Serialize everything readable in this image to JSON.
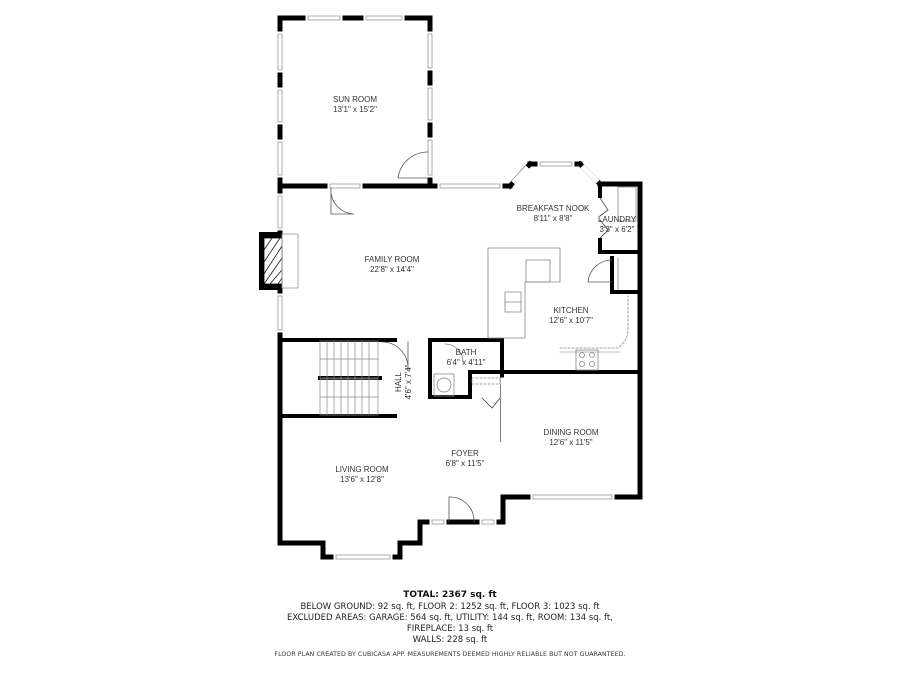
{
  "floor_plan": {
    "rooms": [
      {
        "id": "sun-room",
        "name": "SUN ROOM",
        "dimensions": "13'1\" x 15'2\""
      },
      {
        "id": "breakfast-nook",
        "name": "BREAKFAST NOOK",
        "dimensions": "8'11\" x 8'8\""
      },
      {
        "id": "laundry",
        "name": "LAUNDRY",
        "dimensions": "3'3\" x 6'2\""
      },
      {
        "id": "family-room",
        "name": "FAMILY ROOM",
        "dimensions": "22'8\" x 14'4\""
      },
      {
        "id": "kitchen",
        "name": "KITCHEN",
        "dimensions": "12'6\" x 10'7\""
      },
      {
        "id": "bath",
        "name": "BATH",
        "dimensions": "6'4\" x 4'11\""
      },
      {
        "id": "hall",
        "name": "HALL",
        "dimensions": "4'6\" x 7'4\""
      },
      {
        "id": "dining-room",
        "name": "DINING ROOM",
        "dimensions": "12'6\" x 11'5\""
      },
      {
        "id": "foyer",
        "name": "FOYER",
        "dimensions": "6'8\" x 11'5\""
      },
      {
        "id": "living-room",
        "name": "LIVING ROOM",
        "dimensions": "13'6\" x 12'8\""
      }
    ],
    "colors": {
      "wall": "#000000",
      "window": "#9a9a9a",
      "fixture": "#777777",
      "background": "#ffffff"
    }
  },
  "summary": {
    "total": "TOTAL: 2367 sq. ft",
    "line1": "BELOW GROUND: 92 sq. ft, FLOOR 2: 1252 sq. ft, FLOOR 3: 1023 sq. ft",
    "line2": "EXCLUDED AREAS: GARAGE: 564 sq. ft, UTILITY: 144 sq. ft, ROOM: 134 sq. ft,",
    "line3": "FIREPLACE: 13 sq. ft",
    "line4": "WALLS: 228 sq. ft",
    "disclaimer": "FLOOR PLAN CREATED BY CUBICASA APP. MEASUREMENTS DEEMED HIGHLY RELIABLE BUT NOT GUARANTEED."
  }
}
